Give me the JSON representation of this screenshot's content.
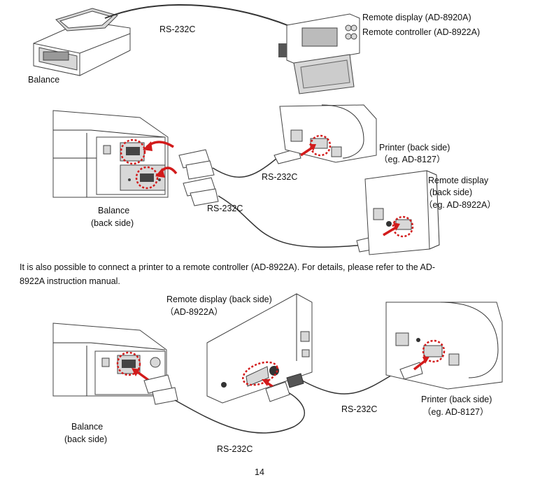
{
  "section1": {
    "balance_label": "Balance",
    "cable_label": "RS-232C",
    "remote_display_label": "Remote display (AD-8920A)",
    "remote_controller_label": "Remote controller (AD-8922A)"
  },
  "section2": {
    "balance_label_1": "Balance",
    "balance_label_2": "(back side)",
    "cable_label_top": "RS-232C",
    "cable_label_bottom": "RS-232C",
    "printer_label_1": "Printer (back side)",
    "printer_label_2": "（eg. AD-8127）",
    "remote_label_1": "Remote display",
    "remote_label_2": "(back side)",
    "remote_label_3": "（eg. AD-8922A）"
  },
  "paragraph": {
    "line1": "It is also possible to connect a printer to a remote controller (AD-8922A). For details, please refer to the AD-",
    "line2": "8922A instruction manual."
  },
  "section3": {
    "remote_label_1": "Remote display (back side)",
    "remote_label_2": "（AD-8922A）",
    "cable_label_right": "RS-232C",
    "cable_label_bottom": "RS-232C",
    "printer_label_1": "Printer (back side)",
    "printer_label_2": "（eg. AD-8127）",
    "balance_label_1": "Balance",
    "balance_label_2": "(back side)"
  },
  "page_number": "14"
}
